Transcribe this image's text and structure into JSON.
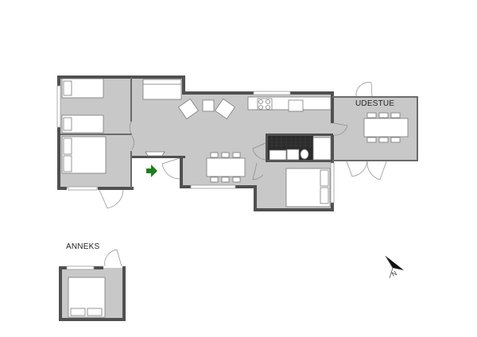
{
  "plan": {
    "rooms": [
      {
        "id": "bedroom-1",
        "label": ""
      },
      {
        "id": "bedroom-2",
        "label": ""
      },
      {
        "id": "bedroom-3",
        "label": ""
      },
      {
        "id": "living-dining",
        "label": ""
      },
      {
        "id": "kitchen",
        "label": ""
      },
      {
        "id": "bathroom",
        "label": ""
      },
      {
        "id": "bedroom-4",
        "label": ""
      },
      {
        "id": "conservatory",
        "label": "UDESTUE"
      },
      {
        "id": "annex",
        "label": "ANNEKS"
      }
    ],
    "labels": {
      "udestue": "UDESTUE",
      "anneks": "ANNEKS",
      "north": "N"
    },
    "colors": {
      "floor": "#c8c8c8",
      "wall": "#505050",
      "furniture": "#ffffff",
      "furniture_stroke": "#7a7a7a",
      "entrance_arrow": "#1e7d1e",
      "bath_tiles": "#2a2a2a"
    },
    "icons": {
      "entrance": "entrance-arrow-icon",
      "compass": "north-arrow-icon"
    }
  }
}
